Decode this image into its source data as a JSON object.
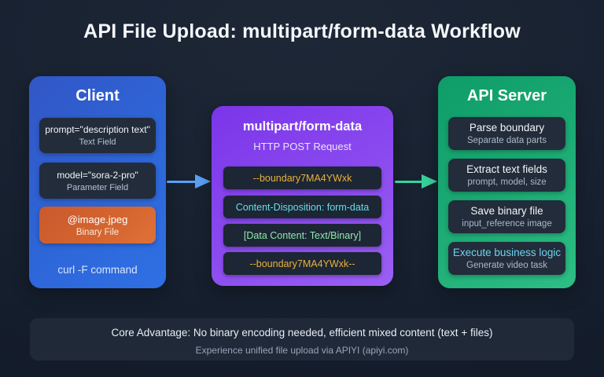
{
  "title": "API File Upload: multipart/form-data Workflow",
  "client": {
    "title": "Client",
    "cards": [
      {
        "main": "prompt=\"description text\"",
        "sub": "Text Field"
      },
      {
        "main": "model=\"sora-2-pro\"",
        "sub": "Parameter Field"
      },
      {
        "main": "@image.jpeg",
        "sub": "Binary File"
      }
    ],
    "footer": "curl -F command"
  },
  "multipart": {
    "title": "multipart/form-data",
    "subtitle": "HTTP POST Request",
    "lines": [
      {
        "text": "--boundary7MA4YWxk",
        "color": "#e7b33b"
      },
      {
        "text": "Content-Disposition: form-data",
        "color": "#66dde9"
      },
      {
        "text": "[Data Content: Text/Binary]",
        "color": "#8de9a9"
      },
      {
        "text": "--boundary7MA4YWxk--",
        "color": "#e7b33b"
      }
    ]
  },
  "server": {
    "title": "API Server",
    "cards": [
      {
        "main": "Parse boundary",
        "sub": "Separate data parts",
        "color": "#f3f6f9"
      },
      {
        "main": "Extract text fields",
        "sub": "prompt, model, size",
        "color": "#f3f6f9"
      },
      {
        "main": "Save binary file",
        "sub": "input_reference image",
        "color": "#f3f6f9"
      },
      {
        "main": "Execute business logic",
        "sub": "Generate video task",
        "color": "#6fd3ee"
      }
    ]
  },
  "bottom": {
    "line1": "Core Advantage: No binary encoding needed, efficient mixed content (text + files)",
    "line2": "Experience unified file upload via APIYI (apiyi.com)"
  },
  "colors": {
    "background": "#172130",
    "client_box_gradient": [
      "#3256c6",
      "#2e70e4"
    ],
    "multipart_box_gradient": [
      "#7b35e9",
      "#9b5ff4"
    ],
    "server_box_gradient": [
      "#0e9c69",
      "#2dbf85"
    ],
    "dark_card": "#222c3a",
    "orange_card_gradient": [
      "#ca592d",
      "#de7138"
    ],
    "arrow_left": "#5aa0f6",
    "arrow_right": "#36d39b",
    "boundary_text": "#e7b33b",
    "content_disposition_text": "#66dde9",
    "data_content_text": "#8de9a9",
    "execute_logic_text": "#6fd3ee",
    "bottom_bar": "#1f2938"
  }
}
